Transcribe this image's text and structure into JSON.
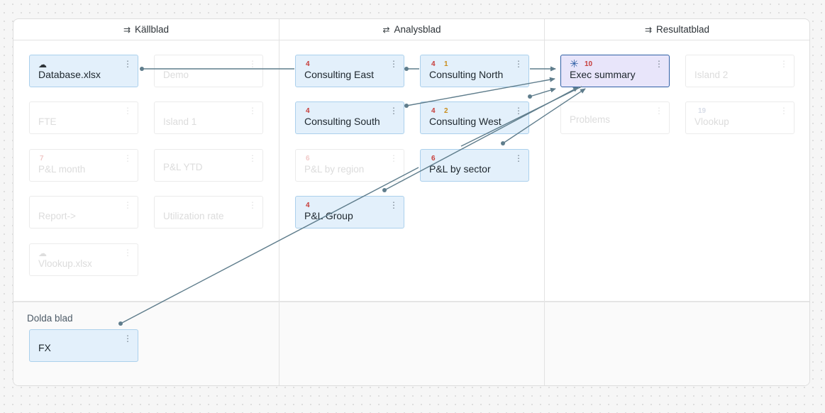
{
  "columns": [
    {
      "label": "Källblad",
      "icon": "⇉"
    },
    {
      "label": "Analysblad",
      "icon": "⇄"
    },
    {
      "label": "Resultatblad",
      "icon": "⇉"
    }
  ],
  "hidden_section": {
    "label": "Dolda blad"
  },
  "sheets": {
    "database": {
      "name": "Database.xlsx",
      "icon": "cloud-icon"
    },
    "demo": {
      "name": "Demo"
    },
    "fte": {
      "name": "FTE"
    },
    "island1": {
      "name": "Island 1"
    },
    "pl_month": {
      "name": "P&L month",
      "badge": "7"
    },
    "pl_ytd": {
      "name": "P&L YTD"
    },
    "report": {
      "name": "Report->"
    },
    "utilization": {
      "name": "Utilization rate"
    },
    "vlookup_xlsx": {
      "name": "Vlookup.xlsx",
      "icon": "cloud-icon"
    },
    "consulting_east": {
      "name": "Consulting East",
      "badge": "4"
    },
    "consulting_north": {
      "name": "Consulting North",
      "badge": "4",
      "badge2": "1"
    },
    "consulting_south": {
      "name": "Consulting South",
      "badge": "4"
    },
    "consulting_west": {
      "name": "Consulting West",
      "badge": "4",
      "badge2": "2"
    },
    "pl_region": {
      "name": "P&L by region",
      "badge": "6"
    },
    "pl_sector": {
      "name": "P&L by sector",
      "badge": "6"
    },
    "pl_group": {
      "name": "P&L Group",
      "badge": "4"
    },
    "exec_summary": {
      "name": "Exec summary",
      "badge": "10",
      "icon": "asterisk-icon"
    },
    "island2": {
      "name": "Island 2"
    },
    "problems": {
      "name": "Problems"
    },
    "vlookup": {
      "name": "Vlookup",
      "badge": "19"
    },
    "fx": {
      "name": "FX"
    }
  },
  "menu_glyph": "⋮",
  "colors": {
    "active_fill": "#e3f0fb",
    "active_border": "#abd0ec",
    "selected_fill": "#e8e5fa",
    "selected_border": "#2f5fa5",
    "link": "#5f7d8c",
    "badge_red": "#c73d3a",
    "badge_orange": "#c98d1d"
  }
}
